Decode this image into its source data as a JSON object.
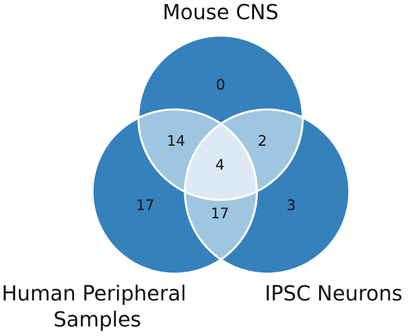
{
  "sets": [
    {
      "label": "Mouse CNS"
    },
    {
      "label_lines": [
        "Human Peripheral",
        "Samples"
      ]
    },
    {
      "label": "IPSC Neurons"
    }
  ],
  "regions": {
    "mouse_only": "0",
    "human_only": "17",
    "ipsc_only": "3",
    "mouse_human": "14",
    "mouse_ipsc": "2",
    "human_ipsc": "17",
    "all_three": "4"
  },
  "colors": {
    "single": "#3581bc",
    "pair": "#9ec6e0",
    "triple": "#dde9f4",
    "outline": "#ffffff"
  }
}
